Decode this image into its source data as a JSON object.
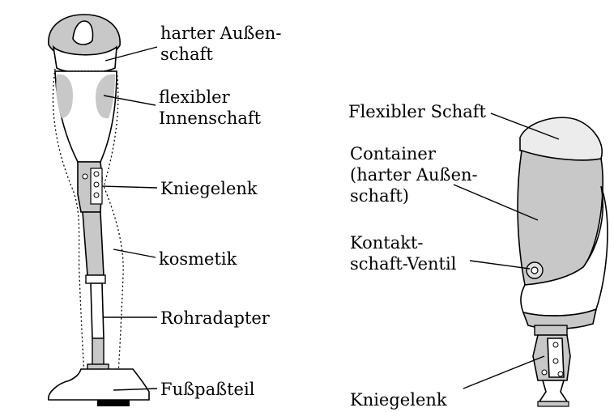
{
  "left_diagram": {
    "labels": {
      "outer_socket": [
        "harter Außen-",
        "schaft"
      ],
      "inner_socket": [
        "flexibler",
        "Innenschaft"
      ],
      "knee_joint": "Kniegelenk",
      "cosmetic": "kosmetik",
      "tube_adapter": "Rohradapter",
      "foot": "Fußpaßteil"
    }
  },
  "right_diagram": {
    "labels": {
      "flexible_socket": "Flexibler Schaft",
      "container": [
        "Container",
        "(harter Außen-",
        "schaft)"
      ],
      "valve": [
        "Kontakt-",
        "schaft-Ventil"
      ],
      "knee_joint": "Kniegelenk"
    }
  },
  "colors": {
    "socket_fill": "#c8c8c8",
    "light_fill": "#ececec",
    "line": "#000000"
  }
}
